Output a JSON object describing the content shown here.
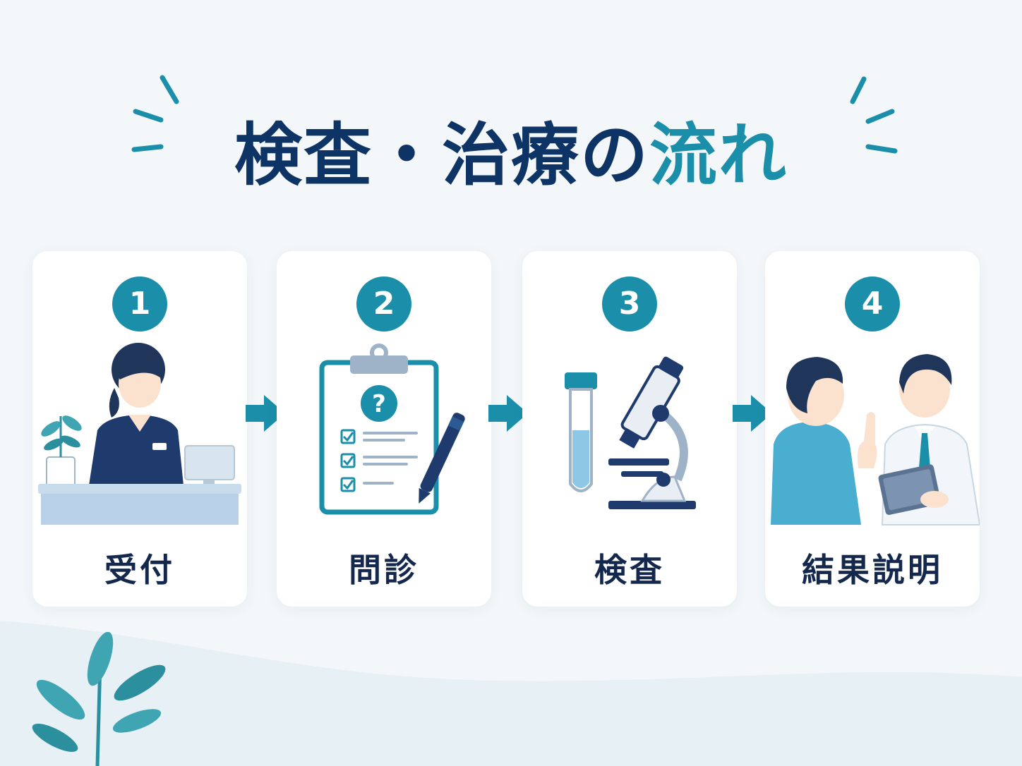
{
  "title": {
    "main": "検査・治療の",
    "accent": "流れ"
  },
  "steps": [
    {
      "number": "1",
      "label": "受付"
    },
    {
      "number": "2",
      "label": "問診"
    },
    {
      "number": "3",
      "label": "検査"
    },
    {
      "number": "4",
      "label": "結果説明"
    }
  ],
  "colors": {
    "navy": "#0e3466",
    "teal": "#1b8fa9",
    "card": "#ffffff",
    "background": "#f3f7fa"
  },
  "icons": [
    "receptionist-icon",
    "clipboard-questionnaire-icon",
    "test-tube-microscope-icon",
    "doctor-patient-icon",
    "arrow-right-icon",
    "leaf-icon"
  ]
}
